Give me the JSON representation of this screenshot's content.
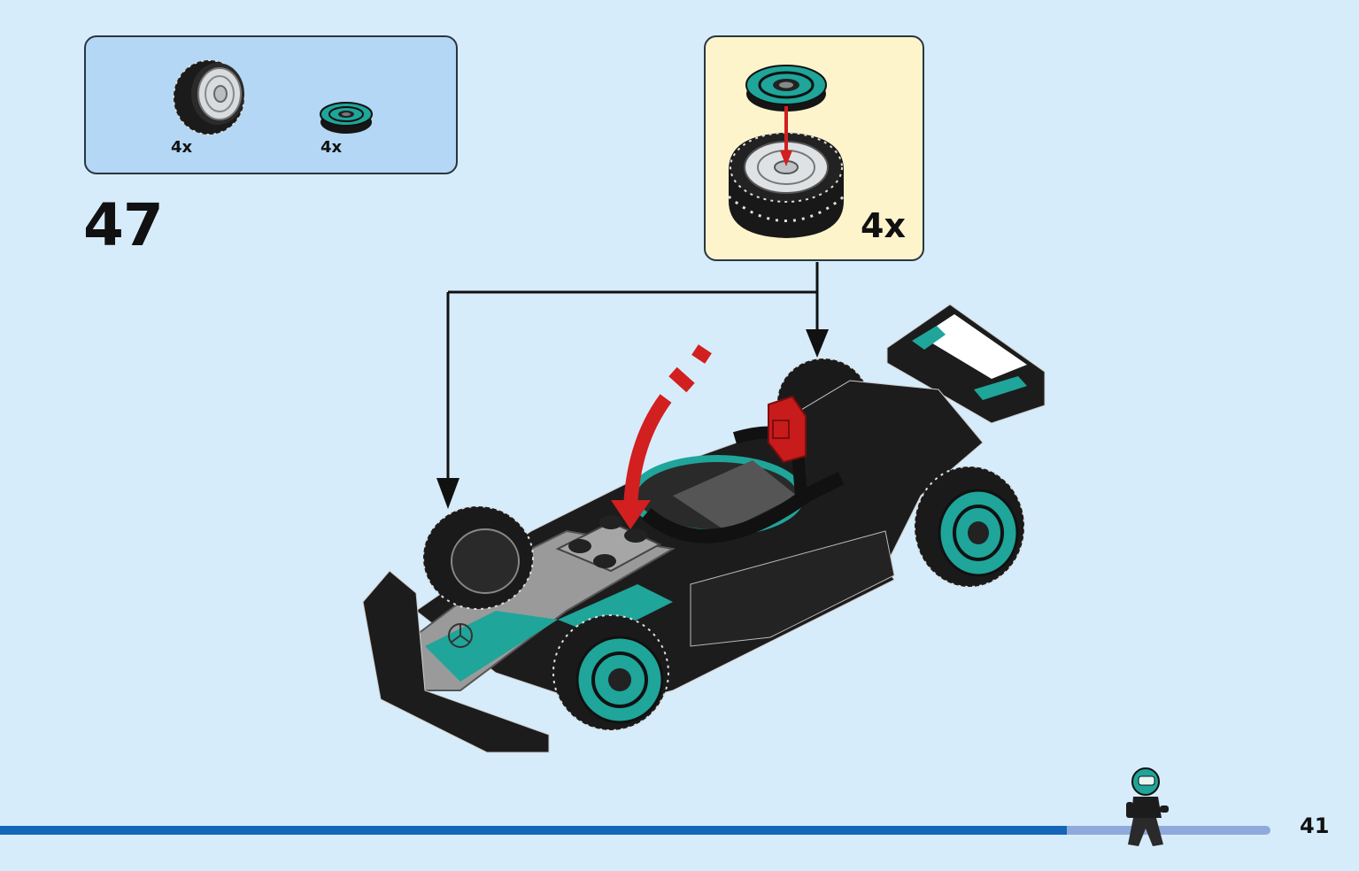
{
  "parts_list": {
    "items": [
      {
        "icon": "tire-with-rim-icon",
        "quantity": "4x"
      },
      {
        "icon": "teal-round-tile-icon",
        "quantity": "4x"
      }
    ]
  },
  "step": {
    "number": "47"
  },
  "subassembly": {
    "quantity": "4x",
    "icon": "wheel-assembly-icon"
  },
  "illustration": {
    "icon": "formula-race-car-icon"
  },
  "progress": {
    "fraction": 0.84,
    "icon": "racer-minifigure-icon"
  },
  "page": {
    "number": "41"
  },
  "colors": {
    "background": "#d6ecfb",
    "parts_box": "#b3d7f4",
    "subassembly_box": "#fdf4cc",
    "progress_done": "#1565b8",
    "progress_remaining": "#8fa9dc",
    "teal": "#1fa59a",
    "arrow_red": "#d21f1f"
  }
}
